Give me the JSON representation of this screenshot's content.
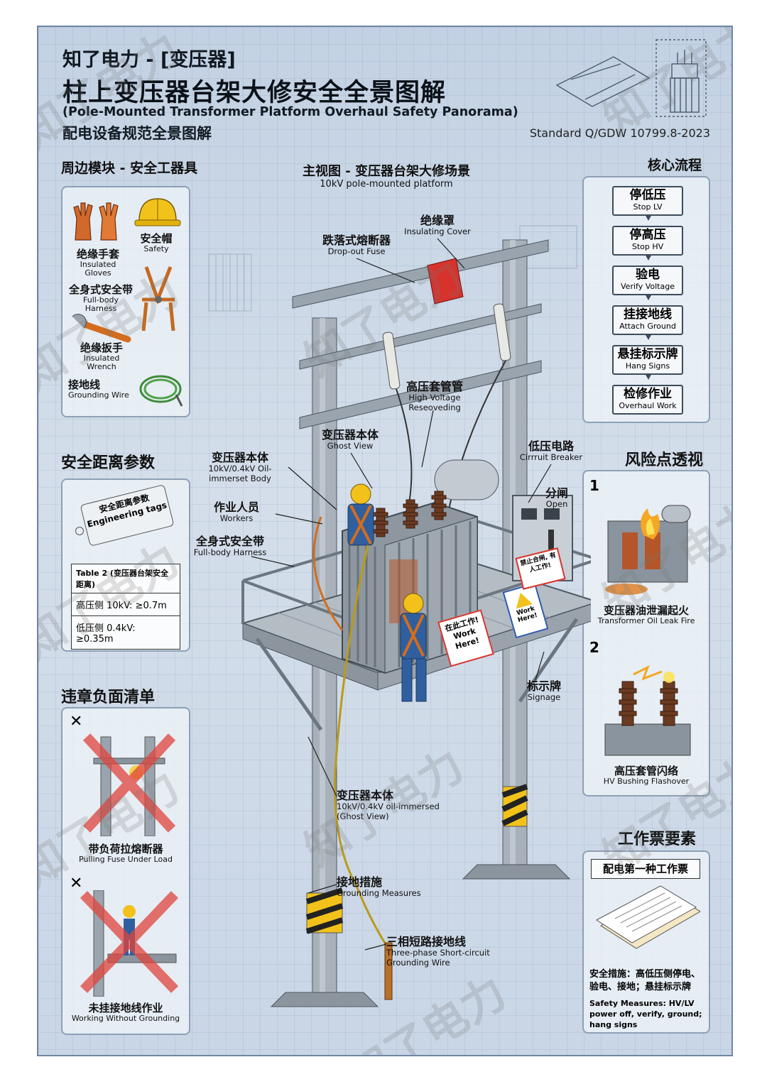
{
  "header": {
    "brand": "知了电力 - [变压器]",
    "title": "柱上变压器台架大修安全全景图解",
    "title_en": "(Pole-Mounted Transformer Platform Overhaul Safety Panorama)",
    "subtitle": "配电设备规范全景图解",
    "standard": "Standard Q/GDW 10799.8-2023"
  },
  "tools": {
    "heading": "周边模块 - 安全工器具",
    "items": [
      {
        "zh": "绝缘手套",
        "en": "Insulated Gloves"
      },
      {
        "zh": "安全帽",
        "en": "Safety"
      },
      {
        "zh": "全身式安全带",
        "en": "Full-body Harness"
      },
      {
        "zh": "绝缘扳手",
        "en": "Insulated Wrench"
      },
      {
        "zh": "接地线",
        "en": "Grounding Wire"
      }
    ]
  },
  "distance": {
    "heading": "安全距离参数",
    "tag": "安全距离参数 Engineering tags",
    "table_title": "Table 2 (变压器台架安全距离)",
    "rows": [
      "高压侧 10kV: ≥0.7m",
      "低压侧 0.4kV: ≥0.35m"
    ]
  },
  "violations": {
    "heading": "违章负面清单",
    "items": [
      {
        "zh": "带负荷拉熔断器",
        "en": "Pulling Fuse Under Load"
      },
      {
        "zh": "未挂接地线作业",
        "en": "Working Without Grounding"
      }
    ]
  },
  "main": {
    "heading": "主视图 - 变压器台架大修场景",
    "heading_en": "10kV pole-mounted platform",
    "callouts": {
      "insulating_cover": {
        "zh": "绝缘罩",
        "en": "Insulating Cover"
      },
      "dropout_fuse": {
        "zh": "跌落式熔断器",
        "en": "Drop-out Fuse"
      },
      "hv_bushing": {
        "zh": "高压套管管",
        "en": "High Voltage Reseoveding"
      },
      "ghost": {
        "zh": "变压器本体",
        "en": "Ghost View"
      },
      "body": {
        "zh": "变压器本体",
        "en": "10kV/0.4kV Oil-immerset Body"
      },
      "workers": {
        "zh": "作业人员",
        "en": "Workers"
      },
      "harness": {
        "zh": "全身式安全带",
        "en": "Full-body Harness"
      },
      "lv_circuit": {
        "zh": "低压电路",
        "en": "Cirrruit Breaker"
      },
      "open": {
        "zh": "分闸",
        "en": "Open"
      },
      "signage": {
        "zh": "标示牌",
        "en": "Signage"
      },
      "body_lower": {
        "zh": "变压器本体",
        "en": "10kV/0.4kV oil-immersed (Ghost View)"
      },
      "grounding": {
        "zh": "接地措施",
        "en": "Grounding Measures"
      },
      "three_phase": {
        "zh": "三相短路接地线",
        "en": "Three-phase Short-circuit Grounding Wire"
      }
    },
    "signs": {
      "sign1": "在此工作! Work Here!",
      "sign2": "Work Here!",
      "sign3": "禁止合闸, 有人工作!"
    }
  },
  "process": {
    "heading": "核心流程",
    "steps": [
      {
        "zh": "停低压",
        "en": "Stop LV"
      },
      {
        "zh": "停高压",
        "en": "Stop HV"
      },
      {
        "zh": "验电",
        "en": "Verify Voltage"
      },
      {
        "zh": "挂接地线",
        "en": "Attach Ground"
      },
      {
        "zh": "悬挂标示牌",
        "en": "Hang Signs"
      },
      {
        "zh": "检修作业",
        "en": "Overhaul Work"
      }
    ]
  },
  "risk": {
    "heading": "风险点透视",
    "items": [
      {
        "num": "1",
        "zh": "变压器油泄漏起火",
        "en": "Transformer Oil Leak Fire"
      },
      {
        "num": "2",
        "zh": "高压套管闪络",
        "en": "HV Bushing Flashover"
      }
    ]
  },
  "ticket": {
    "heading": "工作票要素",
    "title": "配电第一种工作票",
    "measures_zh": "安全措施：高低压侧停电、验电、接地；悬挂标示牌",
    "measures_en": "Safety Measures: HV/LV power off, verify, ground; hang signs"
  },
  "watermark": "知了电力",
  "colors": {
    "sheet": "#c9d6e6",
    "red": "#d8322c",
    "steel": "#9aa4ae",
    "hazard": "#f2c21a"
  }
}
